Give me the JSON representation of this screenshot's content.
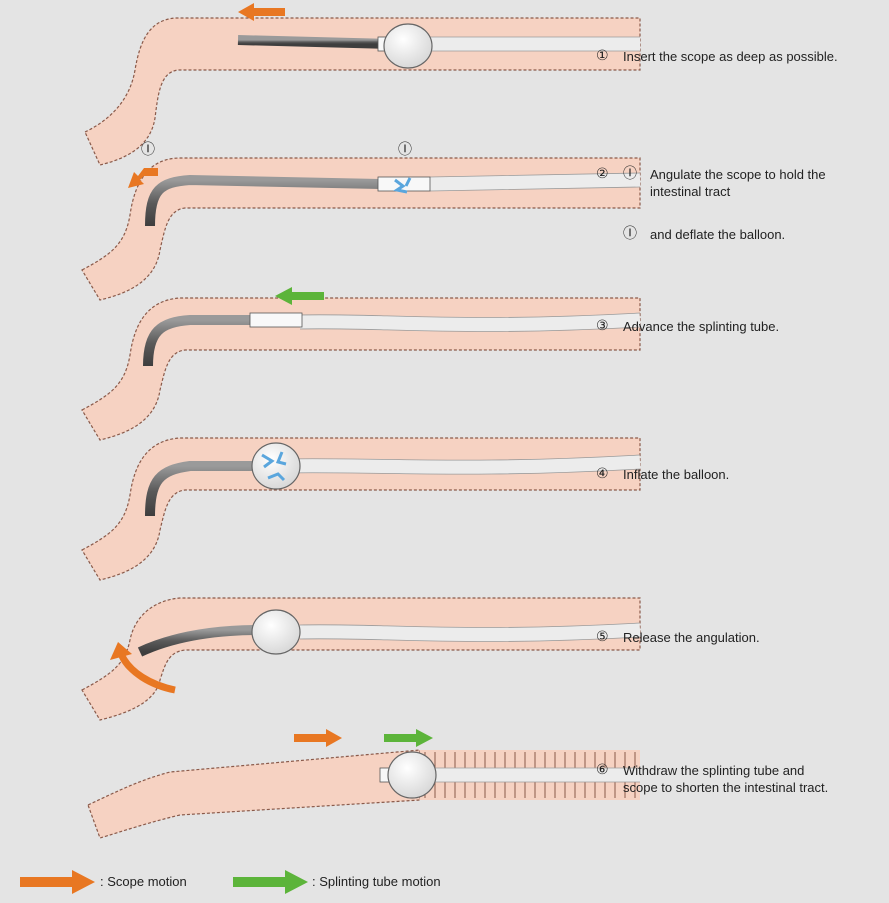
{
  "colors": {
    "background": "#e4e4e4",
    "intestine": "#f6d2c2",
    "intestine_edge": "#8a5a4a",
    "scope": "#6e6e6e",
    "tube": "#ececec",
    "balloon": "#f4f4f4",
    "scope_motion": "#e87722",
    "splint_motion": "#5cb43a",
    "deflate_accent": "#5aa6dd"
  },
  "steps": [
    {
      "num": "①",
      "text": "Insert the scope as deep as possible."
    },
    {
      "num": "②",
      "text": "Ⓘ Angulate the scope to hold the intestinal tract",
      "sub": "Ⓘ and deflate the balloon."
    },
    {
      "num": "③",
      "text": "Advance the splinting tube."
    },
    {
      "num": "④",
      "text": "Inflate the balloon."
    },
    {
      "num": "⑤",
      "text": "Release the angulation."
    },
    {
      "num": "⑥",
      "text": "Withdraw the splinting tube and scope to shorten the intestinal tract."
    }
  ],
  "step2": {
    "label_i": "Ⓘ",
    "label_ii": "Ⓘ",
    "line1": "Angulate the scope to hold the",
    "line2": "intestinal tract",
    "sub": "and deflate the balloon."
  },
  "step6": {
    "line1": "Withdraw the splinting tube and",
    "line2": "scope to shorten the intestinal tract."
  },
  "legend": {
    "scope_label": ": Scope motion",
    "splint_label": ": Splinting tube motion"
  }
}
